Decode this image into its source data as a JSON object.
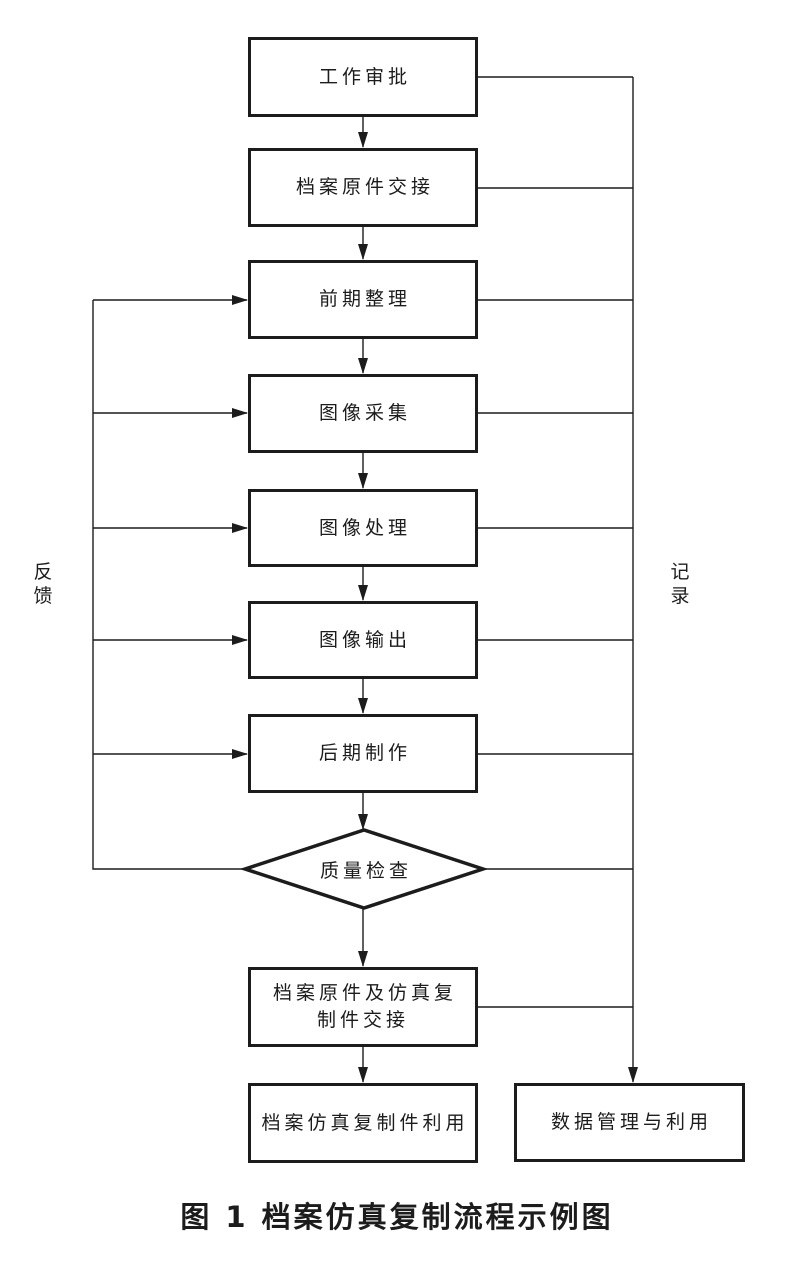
{
  "diagram": {
    "caption": "图 1  档案仿真复制流程示例图",
    "side_labels": {
      "left": "反\n馈",
      "right": "记\n录"
    },
    "nodes": [
      {
        "id": "work-approval",
        "label": "工作审批",
        "shape": "rect"
      },
      {
        "id": "original-handover",
        "label": "档案原件交接",
        "shape": "rect"
      },
      {
        "id": "preliminary-arrangement",
        "label": "前期整理",
        "shape": "rect"
      },
      {
        "id": "image-capture",
        "label": "图像采集",
        "shape": "rect"
      },
      {
        "id": "image-processing",
        "label": "图像处理",
        "shape": "rect"
      },
      {
        "id": "image-output",
        "label": "图像输出",
        "shape": "rect"
      },
      {
        "id": "post-production",
        "label": "后期制作",
        "shape": "rect"
      },
      {
        "id": "quality-check",
        "label": "质量检查",
        "shape": "diamond"
      },
      {
        "id": "original-and-copy-handover",
        "label": "档案原件及仿真复\n制件交接",
        "shape": "rect"
      },
      {
        "id": "facsimile-copy-use",
        "label": "档案仿真复制件利用",
        "shape": "rect"
      },
      {
        "id": "data-management",
        "label": "数据管理与利用",
        "shape": "rect"
      }
    ],
    "edges": [
      {
        "from": "work-approval",
        "to": "original-handover",
        "type": "arrow"
      },
      {
        "from": "original-handover",
        "to": "preliminary-arrangement",
        "type": "arrow"
      },
      {
        "from": "preliminary-arrangement",
        "to": "image-capture",
        "type": "arrow"
      },
      {
        "from": "image-capture",
        "to": "image-processing",
        "type": "arrow"
      },
      {
        "from": "image-processing",
        "to": "image-output",
        "type": "arrow"
      },
      {
        "from": "image-output",
        "to": "post-production",
        "type": "arrow"
      },
      {
        "from": "post-production",
        "to": "quality-check",
        "type": "arrow"
      },
      {
        "from": "quality-check",
        "to": "original-and-copy-handover",
        "type": "arrow"
      },
      {
        "from": "original-and-copy-handover",
        "to": "facsimile-copy-use",
        "type": "arrow"
      },
      {
        "from": "quality-check",
        "to": "preliminary-arrangement",
        "type": "feedback-arrow"
      },
      {
        "from": "quality-check",
        "to": "image-capture",
        "type": "feedback-arrow"
      },
      {
        "from": "quality-check",
        "to": "image-processing",
        "type": "feedback-arrow"
      },
      {
        "from": "quality-check",
        "to": "image-output",
        "type": "feedback-arrow"
      },
      {
        "from": "quality-check",
        "to": "post-production",
        "type": "feedback-arrow"
      },
      {
        "from": "work-approval",
        "to": "data-management",
        "type": "record-line"
      },
      {
        "from": "original-handover",
        "to": "data-management",
        "type": "record-line"
      },
      {
        "from": "preliminary-arrangement",
        "to": "data-management",
        "type": "record-line"
      },
      {
        "from": "image-capture",
        "to": "data-management",
        "type": "record-line"
      },
      {
        "from": "image-processing",
        "to": "data-management",
        "type": "record-line"
      },
      {
        "from": "image-output",
        "to": "data-management",
        "type": "record-line"
      },
      {
        "from": "post-production",
        "to": "data-management",
        "type": "record-line"
      },
      {
        "from": "quality-check",
        "to": "data-management",
        "type": "record-line"
      },
      {
        "from": "original-and-copy-handover",
        "to": "data-management",
        "type": "record-arrow"
      }
    ],
    "colors": {
      "line": "#1c1c1c",
      "background": "#ffffff",
      "text": "#1c1c1c"
    }
  }
}
